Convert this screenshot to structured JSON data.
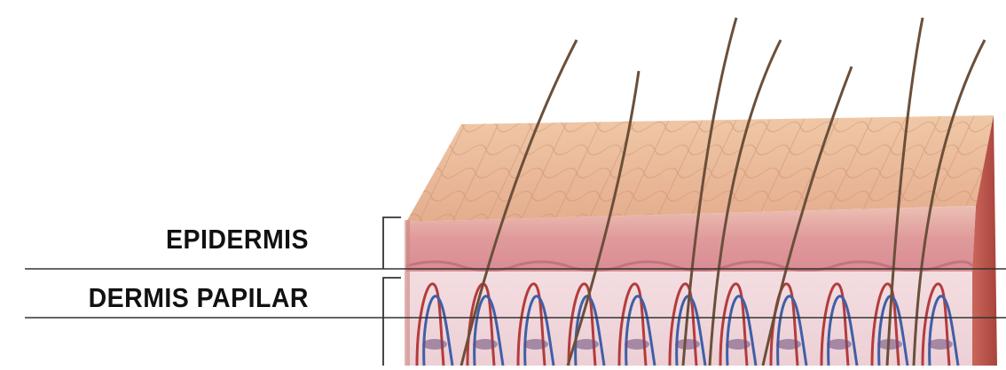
{
  "labels": {
    "epidermis": "EPIDERMIS",
    "dermis_papilar": "DERMIS PAPILAR"
  },
  "colors": {
    "skin_surface": "#e9b995",
    "epidermis_layer": "#e7a4a2",
    "dermis_layer": "#f1d6d8",
    "side_face": "#c25a4e",
    "hair": "#6b4f3a",
    "vessel_red": "#b43c3c",
    "vessel_blue": "#3f5fa8",
    "line": "#333333"
  },
  "icons": [
    "skin-block-illustration",
    "hair-strand",
    "blood-vessel"
  ]
}
